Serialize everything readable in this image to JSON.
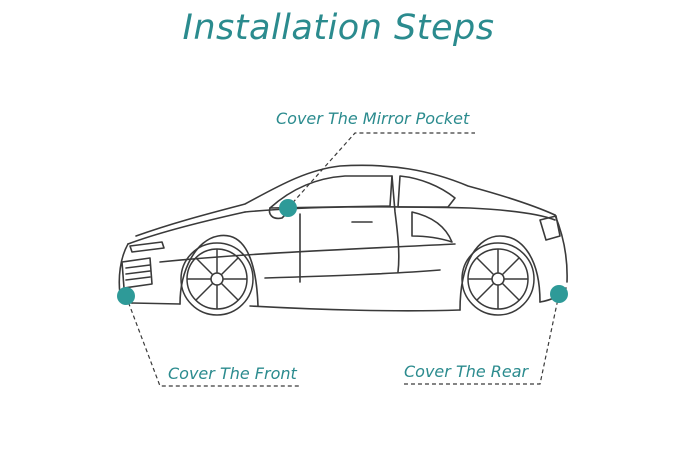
{
  "title": "Installation Steps",
  "labels": {
    "mirror": "Cover The Mirror Pocket",
    "front": "Cover The Front",
    "rear": "Cover The Rear"
  },
  "colors": {
    "accent": "#2b8b8e",
    "marker": "#2e9a98",
    "line": "#3a3a3a"
  },
  "icons": [
    "car-outline-illustration"
  ]
}
